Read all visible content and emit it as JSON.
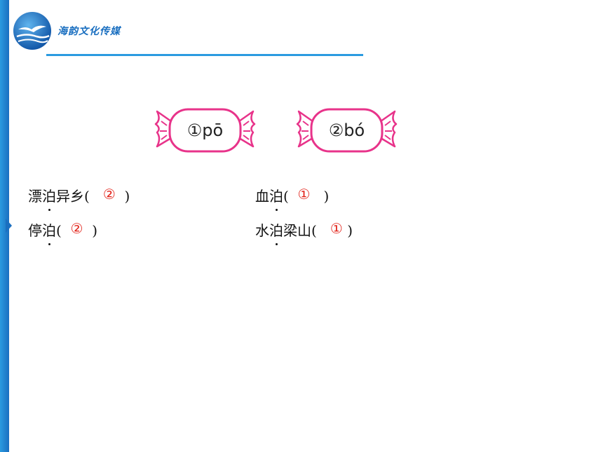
{
  "header": {
    "brand": "海韵文化传媒"
  },
  "candies": [
    {
      "label": "①pō"
    },
    {
      "label": "②bó"
    }
  ],
  "colors": {
    "accent": "#2b9be0",
    "candy": "#e8338a",
    "answer": "#e2231a"
  },
  "items": [
    {
      "pre": "漂",
      "dotted": "泊",
      "post": "异乡(",
      "answer": "②",
      "close": ")"
    },
    {
      "pre": "血",
      "dotted": "泊",
      "post": "(",
      "answer": "①",
      "close": ")"
    },
    {
      "pre": "停",
      "dotted": "泊",
      "post": "(",
      "answer": "②",
      "close": ")"
    },
    {
      "pre": "水",
      "dotted": "泊",
      "post": "梁山(",
      "answer": "①",
      "close": ")"
    }
  ]
}
